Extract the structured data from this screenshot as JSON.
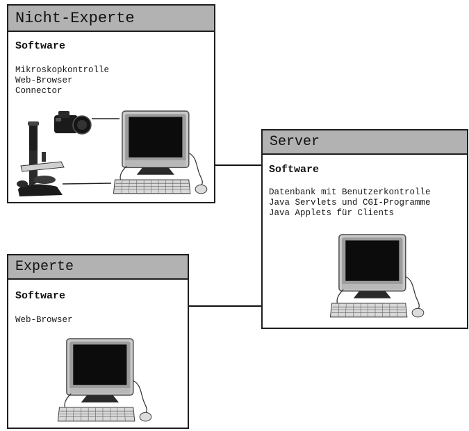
{
  "nicht_experte": {
    "title": "Nicht-Experte",
    "software_label": "Software",
    "software_items": [
      "Mikroskopkontrolle",
      "Web-Browser",
      "Connector"
    ]
  },
  "server": {
    "title": "Server",
    "software_label": "Software",
    "software_items": [
      "Datenbank mit Benutzerkontrolle",
      "Java Servlets und CGI-Programme",
      "Java Applets für Clients"
    ]
  },
  "experte": {
    "title": "Experte",
    "software_label": "Software",
    "software_items": [
      "Web-Browser"
    ]
  },
  "icons": [
    "computer-icon",
    "camera-icon",
    "microscope-icon",
    "keyboard-icon",
    "mouse-icon"
  ],
  "colors": {
    "header_bg": "#b2b2b2",
    "border": "#1e1e1e",
    "background": "#ffffff"
  }
}
